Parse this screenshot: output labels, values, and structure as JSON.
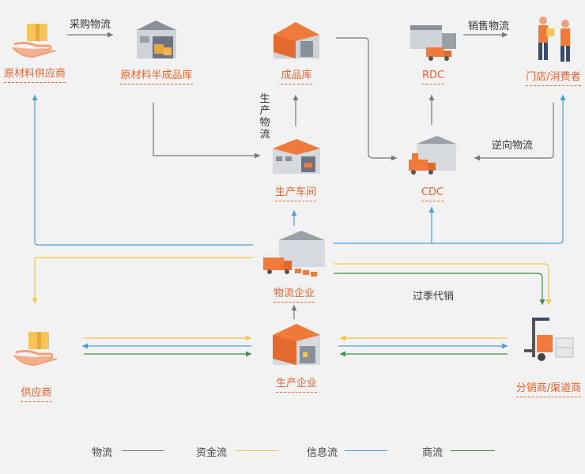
{
  "nodes": {
    "raw_supplier": "原材料供应商",
    "raw_warehouse": "原材料半成品库",
    "finished_warehouse": "成品库",
    "rdc": "RDC",
    "store": "门店/消费者",
    "workshop": "生产车间",
    "cdc": "CDC",
    "logistics": "物流企业",
    "supplier": "供应商",
    "manufacturer": "生产企业",
    "distributor": "分销商/渠道商"
  },
  "flow_labels": {
    "purchase": "采购物流",
    "sales": "销售物流",
    "production": "生产物流",
    "reverse": "逆向物流",
    "consignment": "过季代销"
  },
  "legend": [
    {
      "label": "物流",
      "color": "#777777"
    },
    {
      "label": "资金流",
      "color": "#f5c342"
    },
    {
      "label": "信息流",
      "color": "#4a9fd8"
    },
    {
      "label": "商流",
      "color": "#3d8f45"
    }
  ],
  "colors": {
    "accent": "#e8622a",
    "logistics": "#777777",
    "money": "#f5c342",
    "info": "#4a9fd8",
    "business": "#3d8f45"
  }
}
